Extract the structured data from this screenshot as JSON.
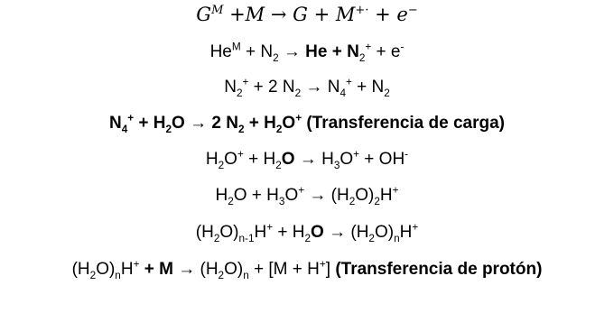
{
  "reactions": {
    "r1": {
      "text": [
        "G",
        "M",
        " +M → G + M",
        "+·",
        " + e",
        "−"
      ]
    },
    "r2": {
      "text": [
        "He",
        "M",
        " + N",
        "2",
        " → ",
        "He + N",
        "2",
        "+",
        " + e",
        "-"
      ]
    },
    "r3": {
      "text": [
        "N",
        "2",
        "+",
        " + 2 N",
        "2",
        " → N",
        "4",
        "+",
        " + N",
        "2"
      ]
    },
    "r4": {
      "text": [
        "N",
        "4",
        "+",
        " + H",
        "2",
        "O → 2 N",
        "2",
        " + H",
        "2",
        "O",
        "+",
        " (Transferencia de carga)"
      ]
    },
    "r5": {
      "text": [
        "H",
        "2",
        "O",
        "+",
        " + H",
        "2",
        "O",
        " → H",
        "3",
        "O",
        "+",
        " + OH",
        "-"
      ]
    },
    "r6": {
      "text": [
        "H",
        "2",
        "O + H",
        "3",
        "O",
        "+",
        " → (H",
        "2",
        "O)",
        "2",
        "H",
        "+"
      ]
    },
    "r7": {
      "text": [
        "(H",
        "2",
        "O)",
        "n-1",
        "H",
        "+",
        " + H",
        "2",
        "O",
        " → (H",
        "2",
        "O)",
        "n",
        "H",
        "+"
      ]
    },
    "r8": {
      "text": [
        "(H",
        "2",
        "O)",
        "n",
        "H",
        "+",
        " + M",
        " → (H",
        "2",
        "O)",
        "n",
        " + [M + H",
        "+",
        "]",
        " (Transferencia de protón)"
      ]
    }
  }
}
